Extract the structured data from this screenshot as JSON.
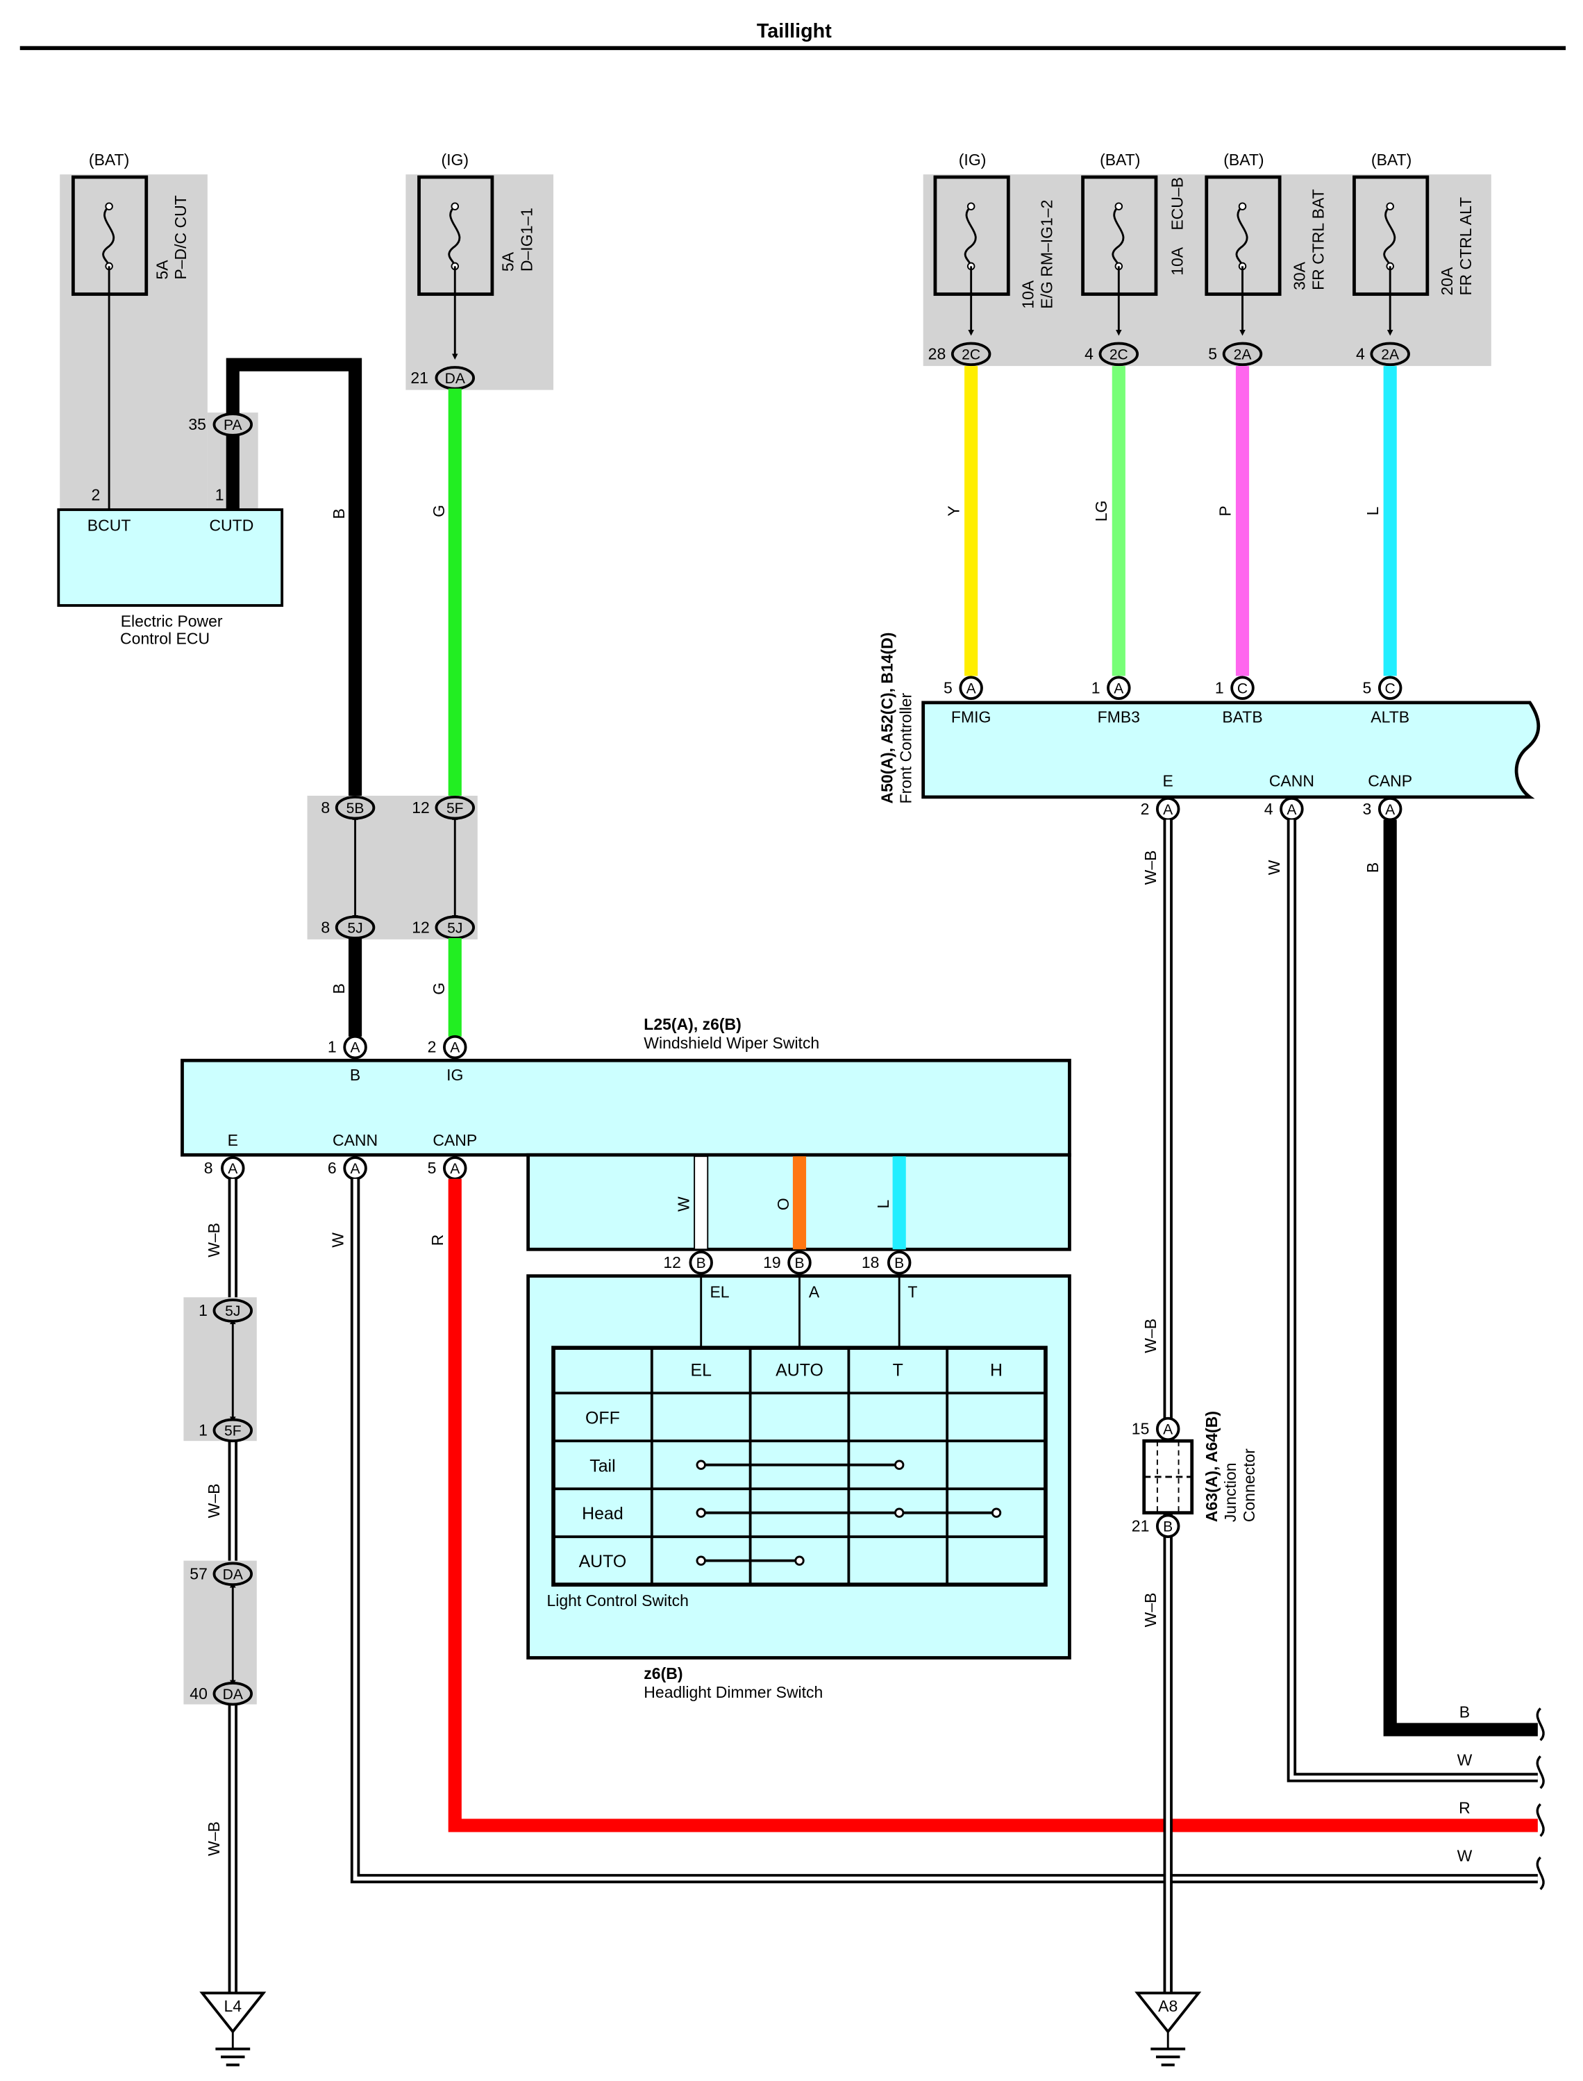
{
  "title": "Taillight",
  "colors": {
    "component_fill": "#ccffff",
    "fuse_box_fill": "#d3d3d3",
    "wire_black": "#000000",
    "wire_green": "#22ee22",
    "wire_yellow": "#ffee00",
    "wire_light_green": "#77ff77",
    "wire_pink": "#ff66ee",
    "wire_light_blue": "#22eeff",
    "wire_red": "#ff0000",
    "wire_orange": "#ff7711",
    "wire_white": "#ffffff"
  },
  "power_sources": {
    "bat_pdc": "(BAT)",
    "ig_dig": "(IG)",
    "ig_rm": "(IG)",
    "bat_ecub": "(BAT)",
    "bat_frbat": "(BAT)",
    "bat_fralt": "(BAT)"
  },
  "fuses": {
    "pdc_amp": "5A",
    "pdc_name": "P–D/C CUT",
    "dig_amp": "5A",
    "dig_name": "D–IG1–1",
    "rm_amp": "10A",
    "rm_name": "E/G RM–IG1–2",
    "ecub_amp": "10A",
    "ecub_name": "ECU–B",
    "frbat_amp": "30A",
    "frbat_name": "FR CTRL BAT",
    "fralt_amp": "20A",
    "fralt_name": "FR CTRL ALT"
  },
  "connectors": {
    "pa": "PA",
    "pa_pin": "35",
    "da1": "DA",
    "da1_pin": "21",
    "rm_2c": "2C",
    "rm_2c_pin": "28",
    "ecub_2c": "2C",
    "ecub_2c_pin": "4",
    "frbat_2a": "2A",
    "frbat_2a_pin": "5",
    "fralt_2a": "2A",
    "fralt_2a_pin": "4",
    "j5b": "5B",
    "j5b_pin": "8",
    "j5f": "5F",
    "j5f_pin": "12",
    "j5j_b": "5J",
    "j5j_b_pin": "8",
    "j5j_g": "5J",
    "j5j_g_pin": "12",
    "left_5j": "5J",
    "left_5j_pin": "1",
    "left_5f": "5F",
    "left_5f_pin": "1",
    "left_da_top": "DA",
    "left_da_top_pin": "57",
    "left_da_bot": "DA",
    "left_da_bot_pin": "40"
  },
  "pins": {
    "ecu_bcut": "2",
    "ecu_cutd": "1",
    "wiper_b": "1",
    "wiper_ig": "2",
    "wiper_e": "8",
    "wiper_cann": "6",
    "wiper_canp": "5",
    "dimmer_el": "12",
    "dimmer_a": "19",
    "dimmer_t": "18",
    "fc_fmig": "5",
    "fc_fmb3": "1",
    "fc_batb": "1",
    "fc_altb": "5",
    "fc_e": "2",
    "fc_cann": "4",
    "fc_canp": "3",
    "jc_top": "15",
    "jc_bot": "21"
  },
  "pin_letters": {
    "a": "A",
    "b": "B",
    "c": "C"
  },
  "components": {
    "ecu_name_1": "Electric Power",
    "ecu_name_2": "Control ECU",
    "ecu_t_bcut": "BCUT",
    "ecu_t_cutd": "CUTD",
    "wiper_code": "L25(A), z6(B)",
    "wiper_name": "Windshield Wiper Switch",
    "wiper_t_b": "B",
    "wiper_t_ig": "IG",
    "wiper_t_e": "E",
    "wiper_t_cann": "CANN",
    "wiper_t_canp": "CANP",
    "dimmer_code": "z6(B)",
    "dimmer_name": "Headlight Dimmer Switch",
    "dimmer_t_el": "EL",
    "dimmer_t_a": "A",
    "dimmer_t_t": "T",
    "light_switch_label": "Light Control Switch",
    "fc_code": "A50(A), A52(C), B14(D)",
    "fc_name": "Front Controller",
    "fc_t_fmig": "FMIG",
    "fc_t_fmb3": "FMB3",
    "fc_t_batb": "BATB",
    "fc_t_altb": "ALTB",
    "fc_t_e": "E",
    "fc_t_cann": "CANN",
    "fc_t_canp": "CANP",
    "jc_code": "A63(A), A64(B)",
    "jc_name_1": "Junction",
    "jc_name_2": "Connector"
  },
  "switch_table": {
    "columns": [
      "",
      "EL",
      "AUTO",
      "T",
      "H"
    ],
    "rows": [
      "OFF",
      "Tail",
      "Head",
      "AUTO"
    ]
  },
  "wire_labels": {
    "b_left": "B",
    "g_left": "G",
    "b_lower": "B",
    "g_lower": "G",
    "y": "Y",
    "lg": "LG",
    "p": "P",
    "l": "L",
    "wb_1": "W–B",
    "wb_2": "W–B",
    "wb_3": "W–B",
    "w_cann": "W",
    "r_canp": "R",
    "int_w": "W",
    "int_o": "O",
    "int_l": "L",
    "wb_right_1": "W–B",
    "wb_right_2": "W–B",
    "wb_right_3": "W–B",
    "w_fc": "W",
    "b_fc": "B",
    "cont_b": "B",
    "cont_w1": "W",
    "cont_r": "R",
    "cont_w2": "W"
  },
  "grounds": {
    "left": "L4",
    "right": "A8"
  }
}
